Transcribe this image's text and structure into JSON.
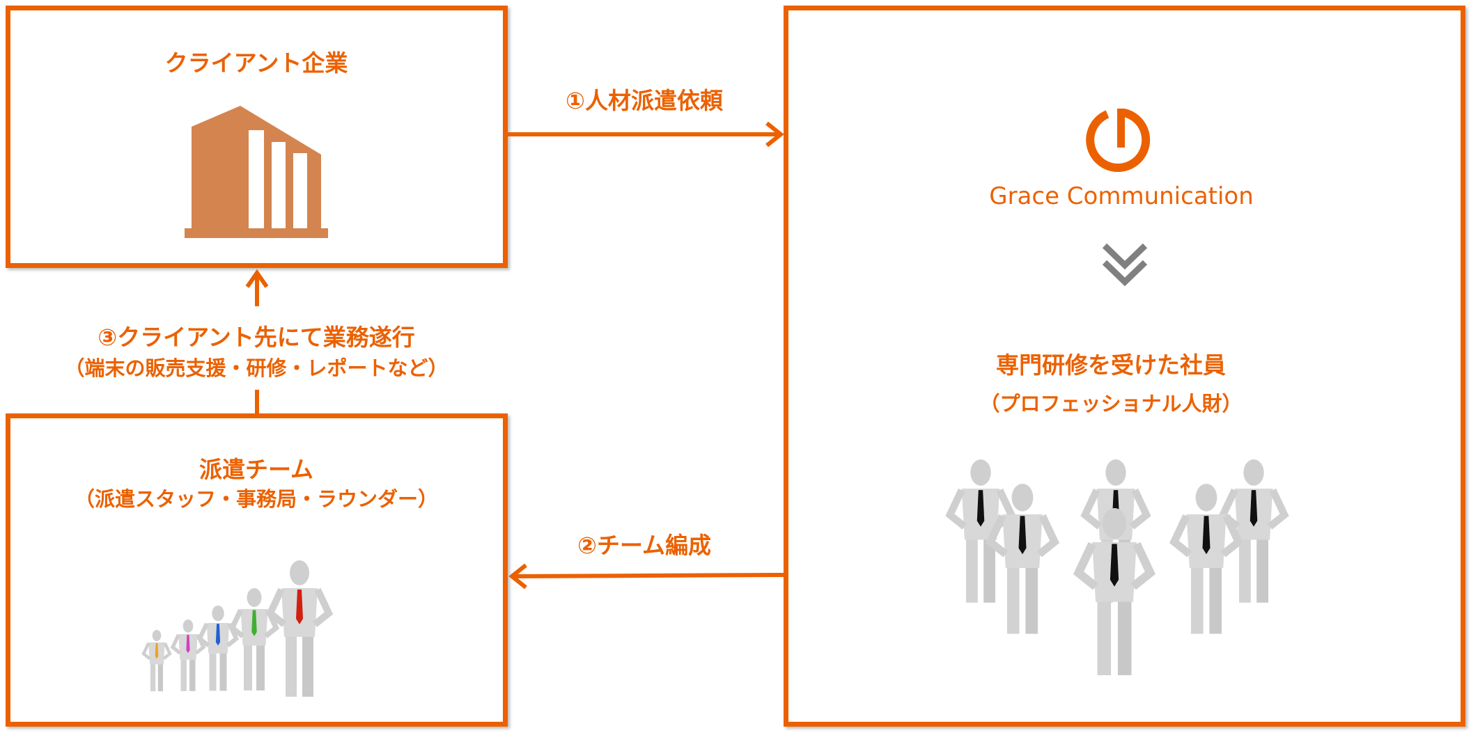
{
  "client": {
    "title": "クライアント企業",
    "icon": "building-icon"
  },
  "team": {
    "title": "派遣チーム",
    "subtitle": "（派遣スタッフ・事務局・ラウンダー）",
    "icon": "growing-people-icon"
  },
  "provider": {
    "logo_text": "Grace Communication",
    "logo_icon": "power-logo-icon",
    "divider_icon": "double-chevron-down-icon",
    "title": "専門研修を受けた社員",
    "subtitle": "（プロフェッショナル人財）",
    "icon": "people-group-icon"
  },
  "flows": [
    {
      "label": "①人材派遣依頼"
    },
    {
      "label": "②チーム編成"
    },
    {
      "label": "③クライアント先にて業務遂行",
      "sublabel": "（端末の販売支援・研修・レポートなど）"
    }
  ],
  "colors": {
    "accent": "#EB6100",
    "building": "#D4844F",
    "chevron": "#808080"
  }
}
